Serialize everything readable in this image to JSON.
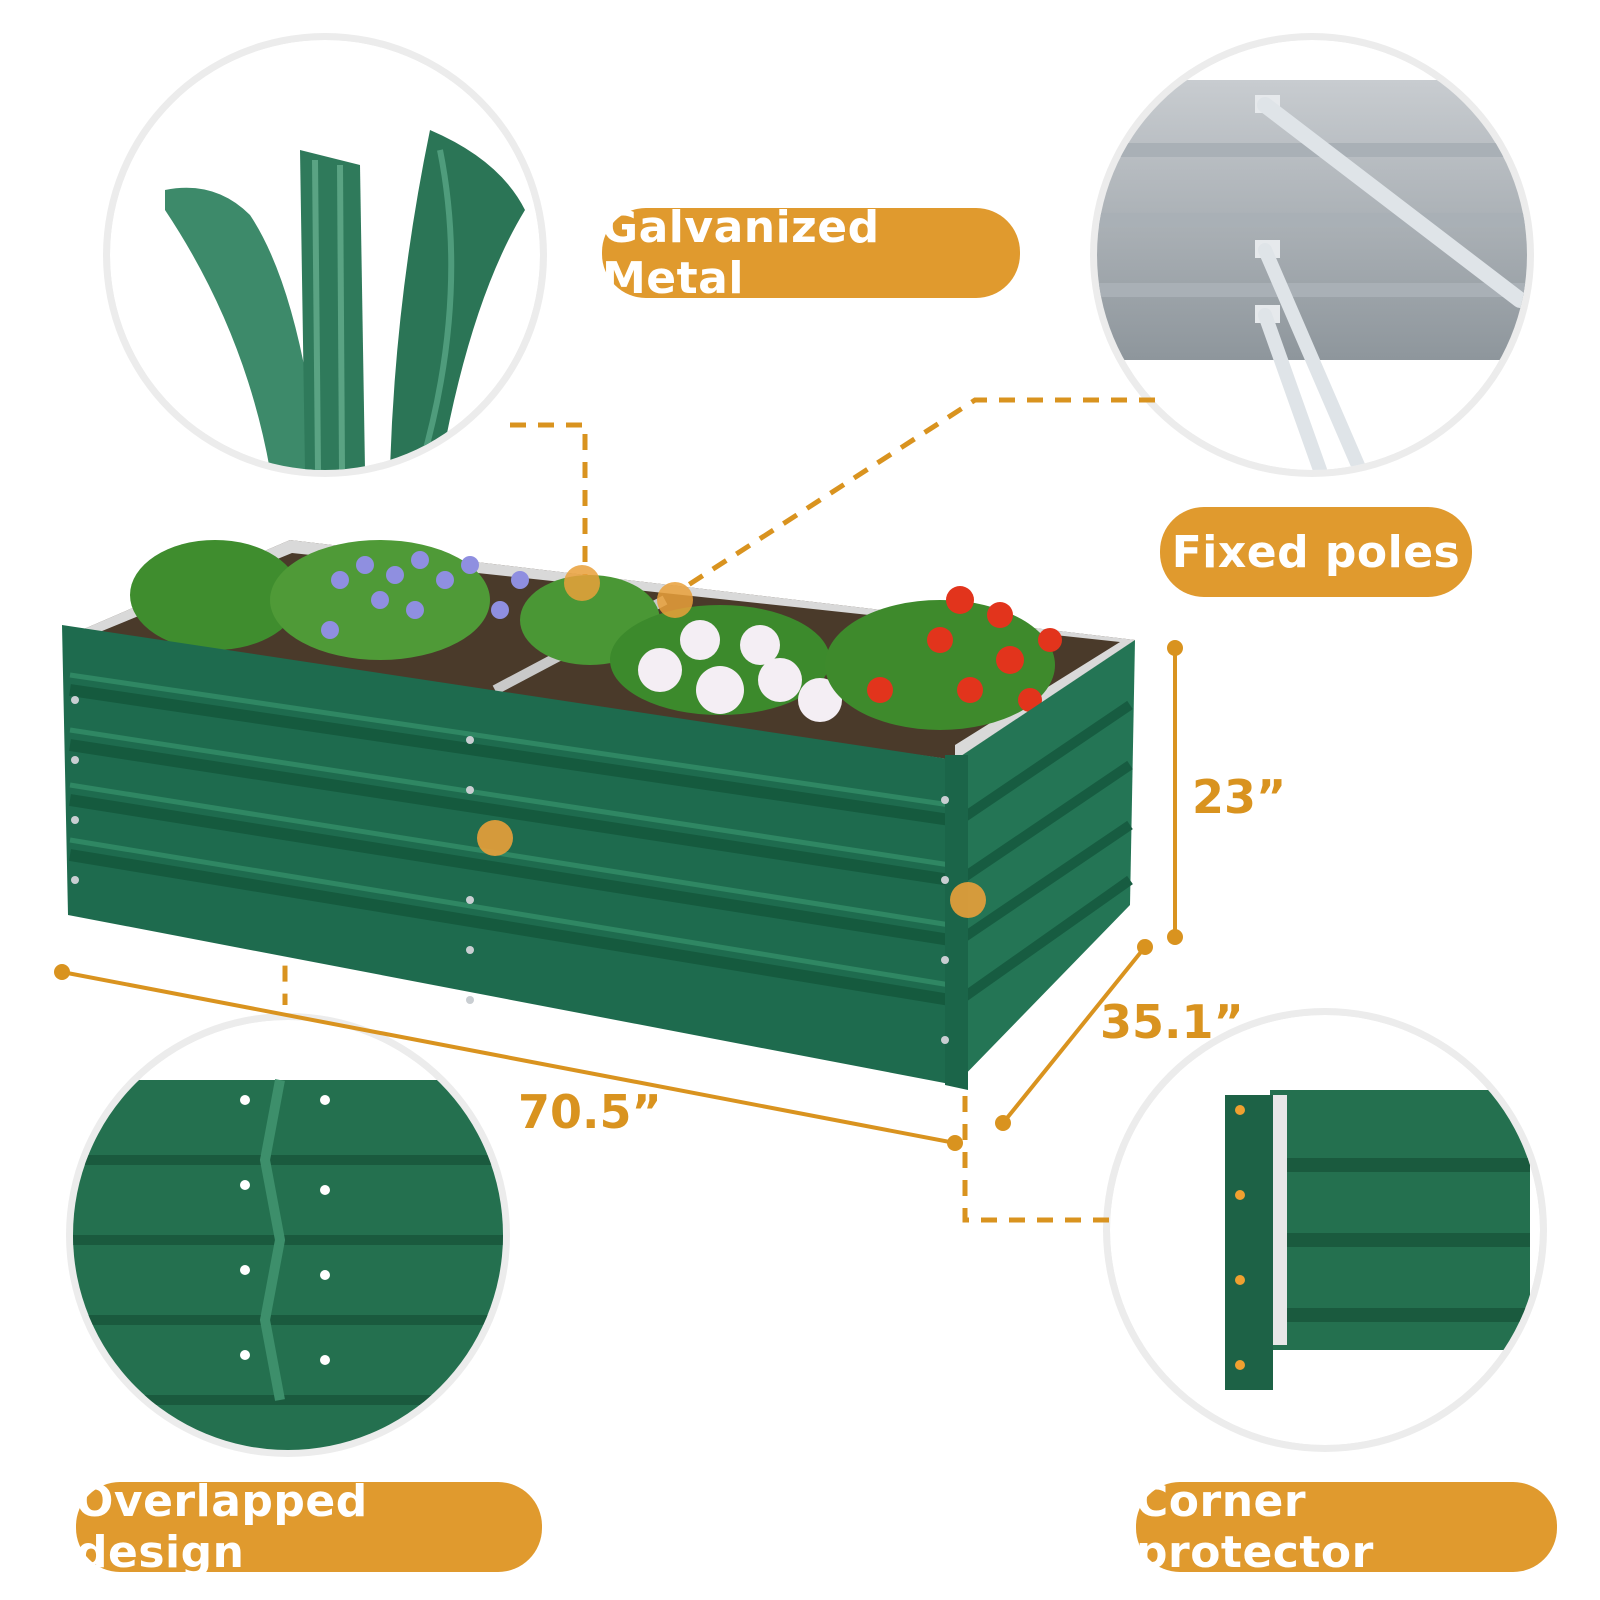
{
  "features": {
    "galvanized": "Galvanized Metal",
    "poles": "Fixed poles",
    "overlap": "Overlapped design",
    "corner": "Corner protector"
  },
  "dimensions": {
    "height": "23”",
    "depth": "35.1”",
    "length": "70.5”"
  },
  "colors": {
    "accent": "#e09a2e",
    "bed_green": "#1f6b4f",
    "background": "#ffffff"
  }
}
